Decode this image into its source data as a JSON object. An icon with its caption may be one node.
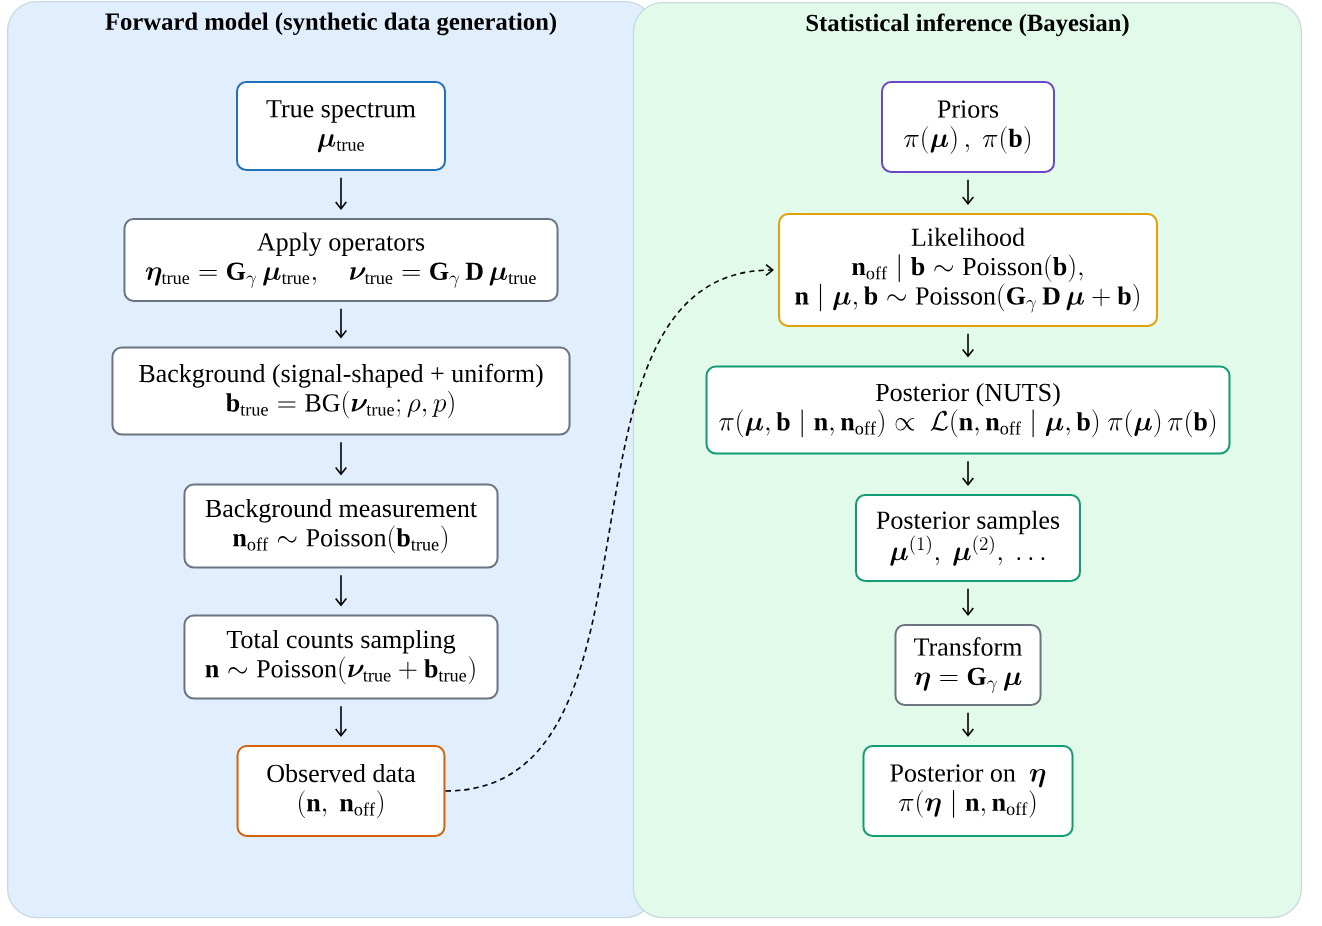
{
  "diagram": {
    "nodes": [
      {
        "text": [
          "Forward model (synthetic data generation)"
        ]
      },
      {
        "text": [
          "True spectrum",
          "\\boldsymbol{\\mu}_{\\mathrm{true}}"
        ],
        "in": 0
      },
      {
        "text": [
          "Apply operators",
          "\\boldsymbol{\\eta}_{\\mathrm{true}} = \\mathbf{G}_{\\gamma}\\,\\boldsymbol{\\mu}_{\\mathrm{true}},\\quad \\boldsymbol{\\nu}_{\\mathrm{true}} = \\mathbf{G}_{\\gamma}\\,\\mathbf{D}\\,\\boldsymbol{\\mu}_{\\mathrm{true}}"
        ],
        "in": 0
      },
      {
        "text": [
          "Background (signal-shaped + uniform)",
          "\\mathbf{b}_{\\mathrm{true}} = \\mathrm{BG}(\\boldsymbol{\\nu}_{\\mathrm{true}}; \\rho, p)"
        ],
        "in": 0
      },
      {
        "text": [
          "Background measurement",
          "\\mathbf{n}_{\\mathrm{off}} \\sim \\mathrm{Poisson}(\\mathbf{b}_{\\mathrm{true}})"
        ],
        "in": 0
      },
      {
        "text": [
          "Total counts sampling",
          "\\mathbf{n} \\sim \\mathrm{Poisson}(\\boldsymbol{\\nu}_{\\mathrm{true}} + \\mathbf{b}_{\\mathrm{true}})"
        ],
        "in": 0
      },
      {
        "text": [
          "Observed data",
          "(\\mathbf{n},\\ \\mathbf{n}_{\\mathrm{off}})"
        ],
        "in": 0
      },
      {
        "text": [
          "Statistical inference (Bayesian)"
        ]
      },
      {
        "text": [
          "Priors",
          "\\pi(\\boldsymbol{\\mu})\\,,\\ \\pi(\\mathbf{b})"
        ],
        "in": 7
      },
      {
        "text": [
          "Likelihood",
          "\\mathbf{n}_{\\mathrm{off}} \\mid \\mathbf{b} \\sim \\mathrm{Poisson}(\\mathbf{b}),",
          "\\mathbf{n} \\mid \\boldsymbol{\\mu}, \\mathbf{b} \\sim \\mathrm{Poisson}(\\mathbf{G}_{\\gamma}\\,\\mathbf{D}\\,\\boldsymbol{\\mu} + \\mathbf{b})"
        ],
        "in": 7
      },
      {
        "text": [
          "Posterior (NUTS)",
          "\\pi(\\boldsymbol{\\mu}, \\mathbf{b} \\mid \\mathbf{n}, \\mathbf{n}_{\\mathrm{off}}) \\propto\\ \\mathcal{L}(\\mathbf{n}, \\mathbf{n}_{\\mathrm{off}} \\mid \\boldsymbol{\\mu}, \\mathbf{b})\\ \\pi(\\boldsymbol{\\mu})\\,\\pi(\\mathbf{b})"
        ],
        "in": 7
      },
      {
        "text": [
          "Posterior samples",
          "\\boldsymbol{\\mu}^{(1)},\\ \\boldsymbol{\\mu}^{(2)},\\ \\ldots"
        ],
        "in": 7
      },
      {
        "text": [
          "Transform",
          "\\boldsymbol{\\eta} = \\mathbf{G}_{\\gamma}\\,\\boldsymbol{\\mu}"
        ],
        "in": 7
      },
      {
        "text": [
          "\\text{Posterior on }\\ \\boldsymbol{\\eta}",
          "\\pi(\\boldsymbol{\\eta} \\mid \\mathbf{n}, \\mathbf{n}_{\\mathrm{off}})"
        ],
        "in": 7
      }
    ],
    "edges": [
      {
        "from": 1,
        "to": 2,
        "arrow": "to"
      },
      {
        "from": 2,
        "to": 3,
        "arrow": "to"
      },
      {
        "from": 3,
        "to": 4,
        "arrow": "to"
      },
      {
        "from": 4,
        "to": 5,
        "arrow": "to"
      },
      {
        "from": 5,
        "to": 6,
        "arrow": "to"
      },
      {
        "from": 6,
        "to": 9,
        "arrow": "to",
        "style": "dashed"
      },
      {
        "from": 8,
        "to": 9,
        "arrow": "to"
      },
      {
        "from": 9,
        "to": 10,
        "arrow": "to"
      },
      {
        "from": 10,
        "to": 11,
        "arrow": "to"
      },
      {
        "from": 11,
        "to": 12,
        "arrow": "to"
      },
      {
        "from": 12,
        "to": 13,
        "arrow": "to"
      }
    ]
  }
}
